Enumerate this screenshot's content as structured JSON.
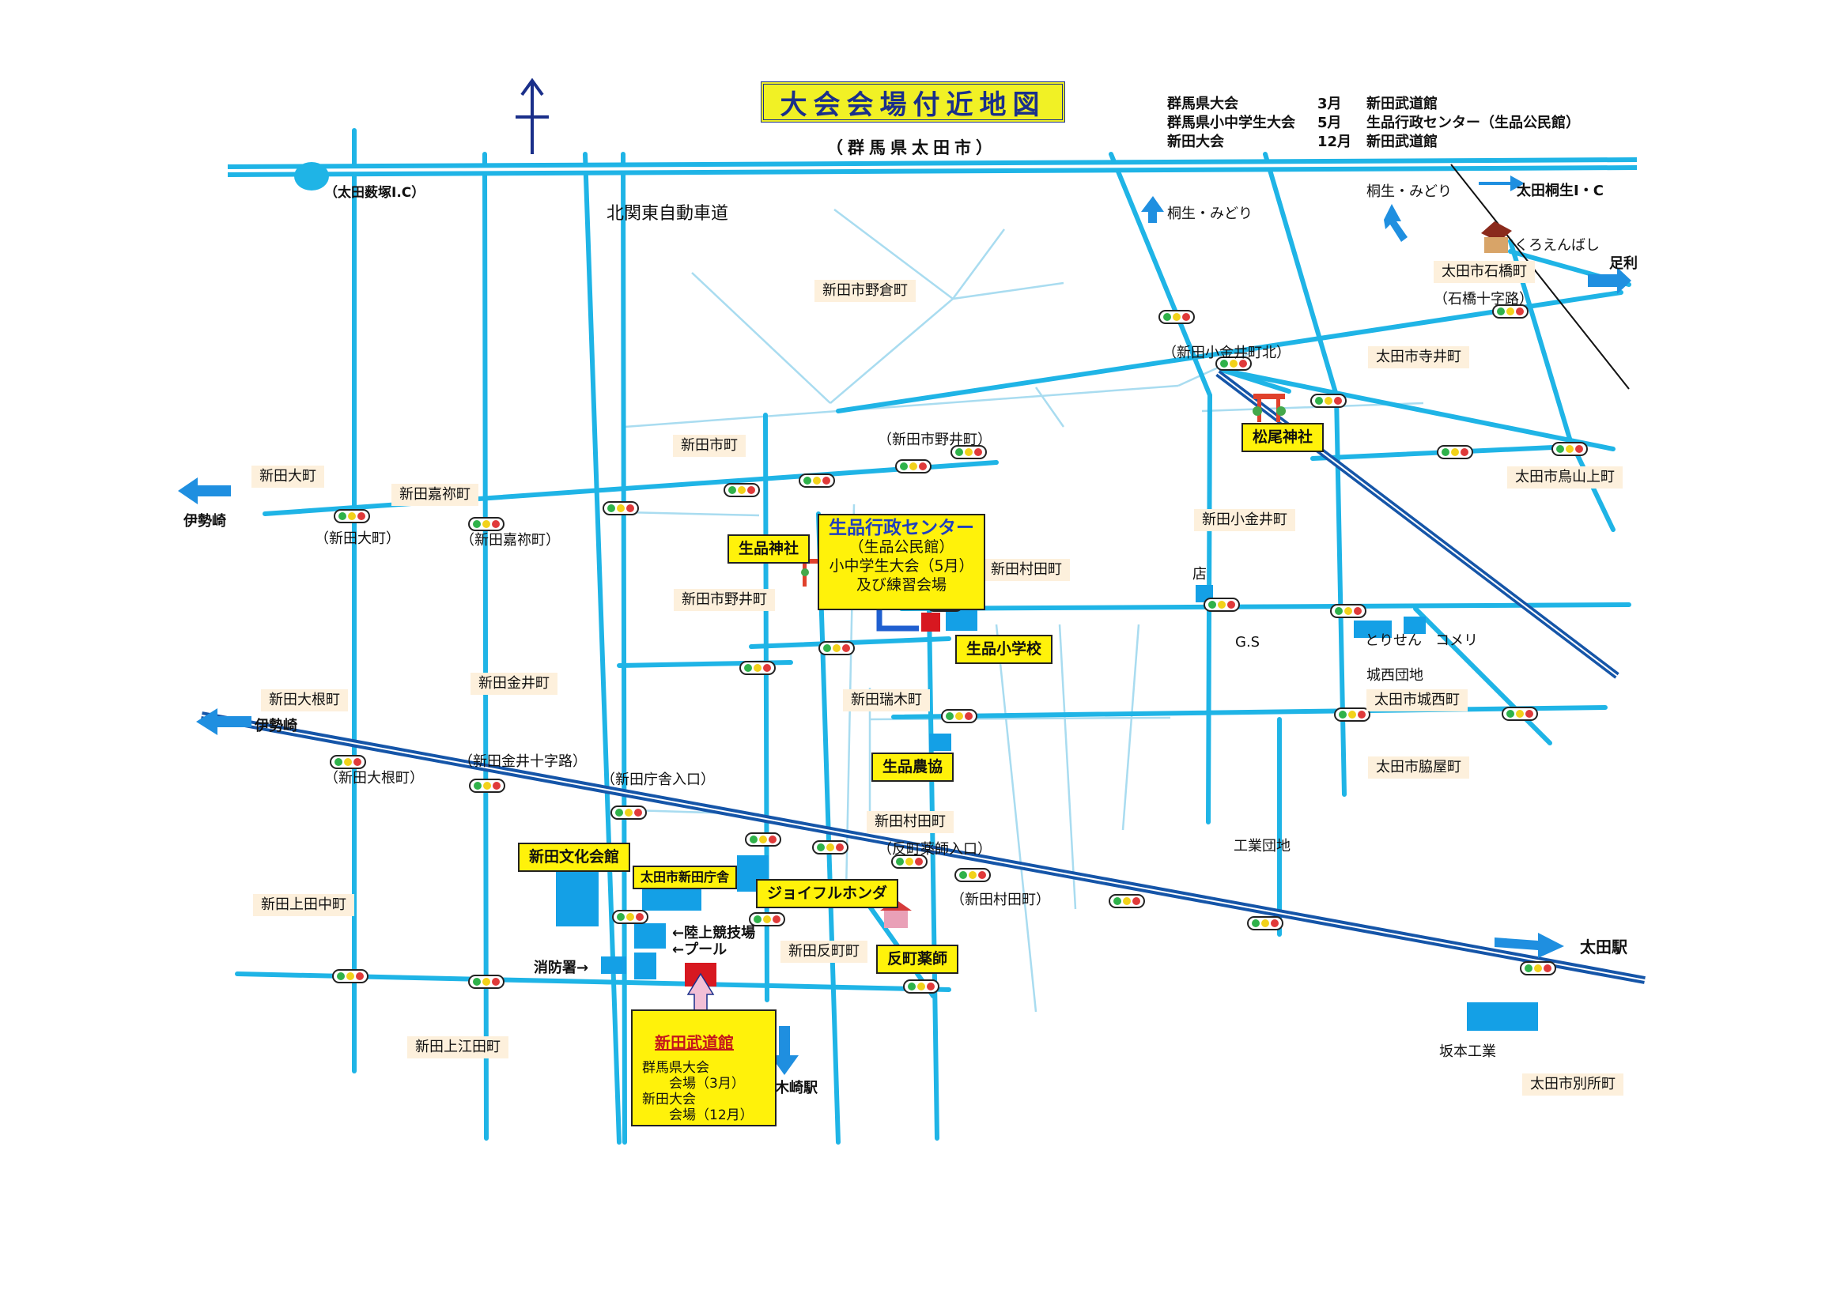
{
  "title": "大会会場付近地図",
  "subtitle": "（群馬県太田市）",
  "north_symbol": "N",
  "colors": {
    "road": "#1fb4e6",
    "minor_road": "#a9dcf0",
    "highway": "#1fb4e6",
    "railway": "#1555a8",
    "building": "#14a0e6",
    "venue": "#d71820",
    "label_plate": "#fdf0dc",
    "highlight_box": "#fff20a",
    "title_text": "#1a2f8a"
  },
  "legend": [
    {
      "event": "群馬県大会",
      "month": "3月",
      "venue": "新田武道館"
    },
    {
      "event": "群馬県小中学生大会",
      "month": "5月",
      "venue": "生品行政センター（生品公民館）"
    },
    {
      "event": "新田大会",
      "month": "12月",
      "venue": "新田武道館"
    }
  ],
  "highway": {
    "name": "北関東自動車道",
    "interchange": "（太田薮塚I.C）"
  },
  "directions": {
    "north_left": "伊勢崎",
    "west_left": "伊勢崎",
    "east": "足利",
    "interchange_ne": "太田桐生I・C",
    "station_east": "太田駅",
    "station_south": "木崎駅",
    "kiryu_a": "桐生・みどり",
    "kiryu_b": "桐生・みどり"
  },
  "district_plates": {
    "nittaomachi": "新田大町",
    "nittakanekemachi": "新田嘉祢町",
    "ichimachi": "新田市町",
    "nogura": "新田市野倉町",
    "ishibashi": "太田市石橋町",
    "terai": "太田市寺井町",
    "koganei": "新田小金井町",
    "toriyamakami": "太田市鳥山上町",
    "muratamachi_n": "新田村田町",
    "ichinoi": "新田市野井町",
    "oone": "新田大根町",
    "kanai": "新田金井町",
    "mizuki": "新田瑞木町",
    "shirogai": "太田市城西町",
    "wakiya": "太田市脇屋町",
    "muratamachi_s": "新田村田町",
    "kamiueda": "新田上田中町",
    "kamiebata": "新田上江田町",
    "sorimachi": "新田反町町",
    "bessho": "太田市別所町"
  },
  "intersections": {
    "omachi": "（新田大町）",
    "kaneke": "（新田嘉祢町）",
    "ichinoi": "（新田市野井町）",
    "koganei_n": "（新田小金井町北）",
    "ishibashi": "（石橋十字路）",
    "oone": "（新田大根町）",
    "kanai": "（新田金井十字路）",
    "chosha": "（新田庁舎入口）",
    "sorimachi": "（反町薬師入口）",
    "murata": "（新田村田町）"
  },
  "landmarks": {
    "center_title": "生品行政センター",
    "center_l1": "（生品公民館）",
    "center_l2": "小中学生大会（5月）",
    "center_l3": "及び練習会場",
    "ikushina_shrine": "生品神社",
    "matsuo_shrine": "松尾神社",
    "ikushina_school": "生品小学校",
    "ja": "生品農協",
    "bunka_kaikan": "新田文化会館",
    "chosha": "太田市新田庁舎",
    "joyful": "ジョイフルホンダ",
    "yakushi": "反町薬師",
    "kurobashi": "くろえんばし",
    "store": "店",
    "gs": "G.S",
    "torisen": "とりせん",
    "komeri": "コメリ",
    "josai_danchi": "城西団地",
    "kogyo_danchi": "工業団地",
    "sakamoto": "坂本工業",
    "rikujo": "←陸上競技場",
    "pool": "←プール",
    "fire": "消防署→"
  },
  "budokan": {
    "title": "新田武道館",
    "desc": "群馬県大会\n　　会場（3月）\n新田大会\n　　会場（12月）"
  }
}
